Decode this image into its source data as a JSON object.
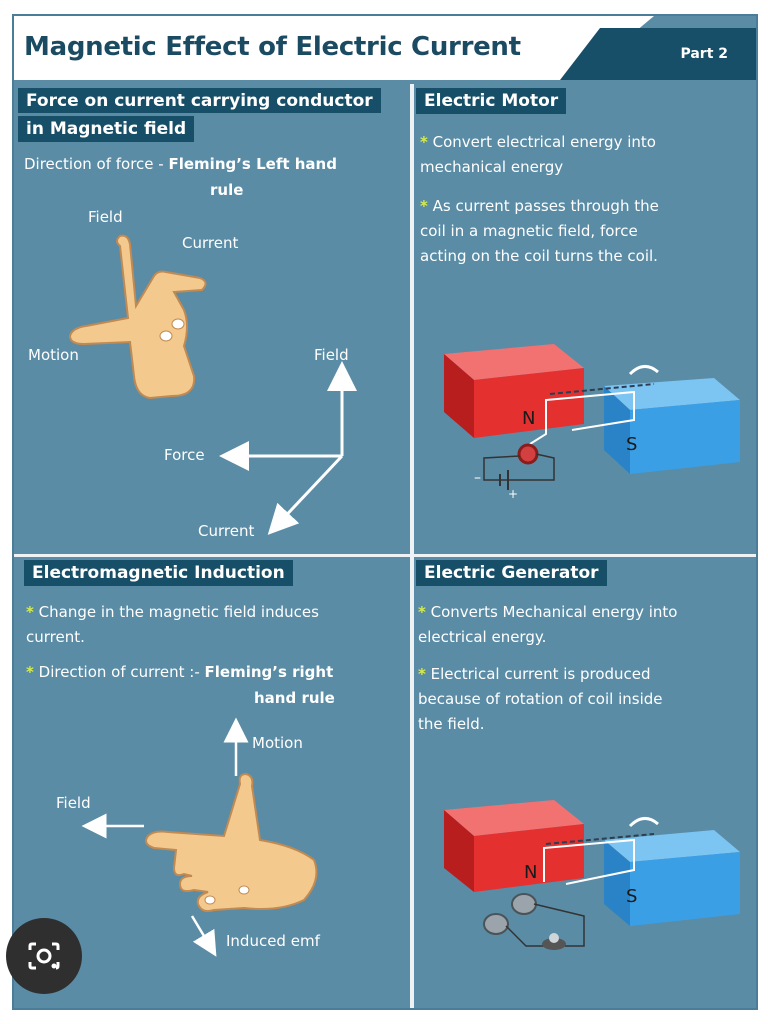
{
  "header": {
    "title": "Magnetic Effect of Electric Current",
    "part": "Part 2"
  },
  "force_section": {
    "heading_line1": "Force on current carrying conductor",
    "heading_line2": "in Magnetic field",
    "direction_prefix": "Direction of force - ",
    "direction_rule_line1": "Fleming’s Left hand",
    "direction_rule_line2": "rule",
    "labels": {
      "field_top": "Field",
      "current_top": "Current",
      "motion": "Motion",
      "field_axis": "Field",
      "force_axis": "Force",
      "current_axis": "Current"
    }
  },
  "motor_section": {
    "heading": "Electric Motor",
    "bullet1_line1": "Convert electrical energy into",
    "bullet1_line2": "mechanical energy",
    "bullet2_line1": "As current passes through the",
    "bullet2_line2": "coil in a magnetic field, force",
    "bullet2_line3": "acting on the coil turns the coil.",
    "pole_n": "N",
    "pole_s": "S"
  },
  "induction_section": {
    "heading": "Electromagnetic Induction",
    "bullet1_line1": "Change in the magnetic field induces",
    "bullet1_line2": "current.",
    "bullet2_prefix": "Direction of current :- ",
    "bullet2_rule_line1": "Fleming’s right",
    "bullet2_rule_line2": "hand rule",
    "labels": {
      "motion": "Motion",
      "field": "Field",
      "induced_emf": "Induced emf"
    }
  },
  "generator_section": {
    "heading": "Electric Generator",
    "bullet1_line1": "Converts Mechanical energy into",
    "bullet1_line2": "electrical energy.",
    "bullet2_line1": "Electrical current is produced",
    "bullet2_line2": "because of rotation of coil inside",
    "bullet2_line3": "the field.",
    "pole_n": "N",
    "pole_s": "S"
  },
  "colors": {
    "background": "#5a8ca6",
    "header_dark": "#184f68",
    "bullet": "#d7ec4a",
    "magnet_north": "#e53030",
    "magnet_south": "#3b9fe6",
    "skin": "#f3c98e"
  },
  "overlay": {
    "icon": "lens-search-icon"
  }
}
